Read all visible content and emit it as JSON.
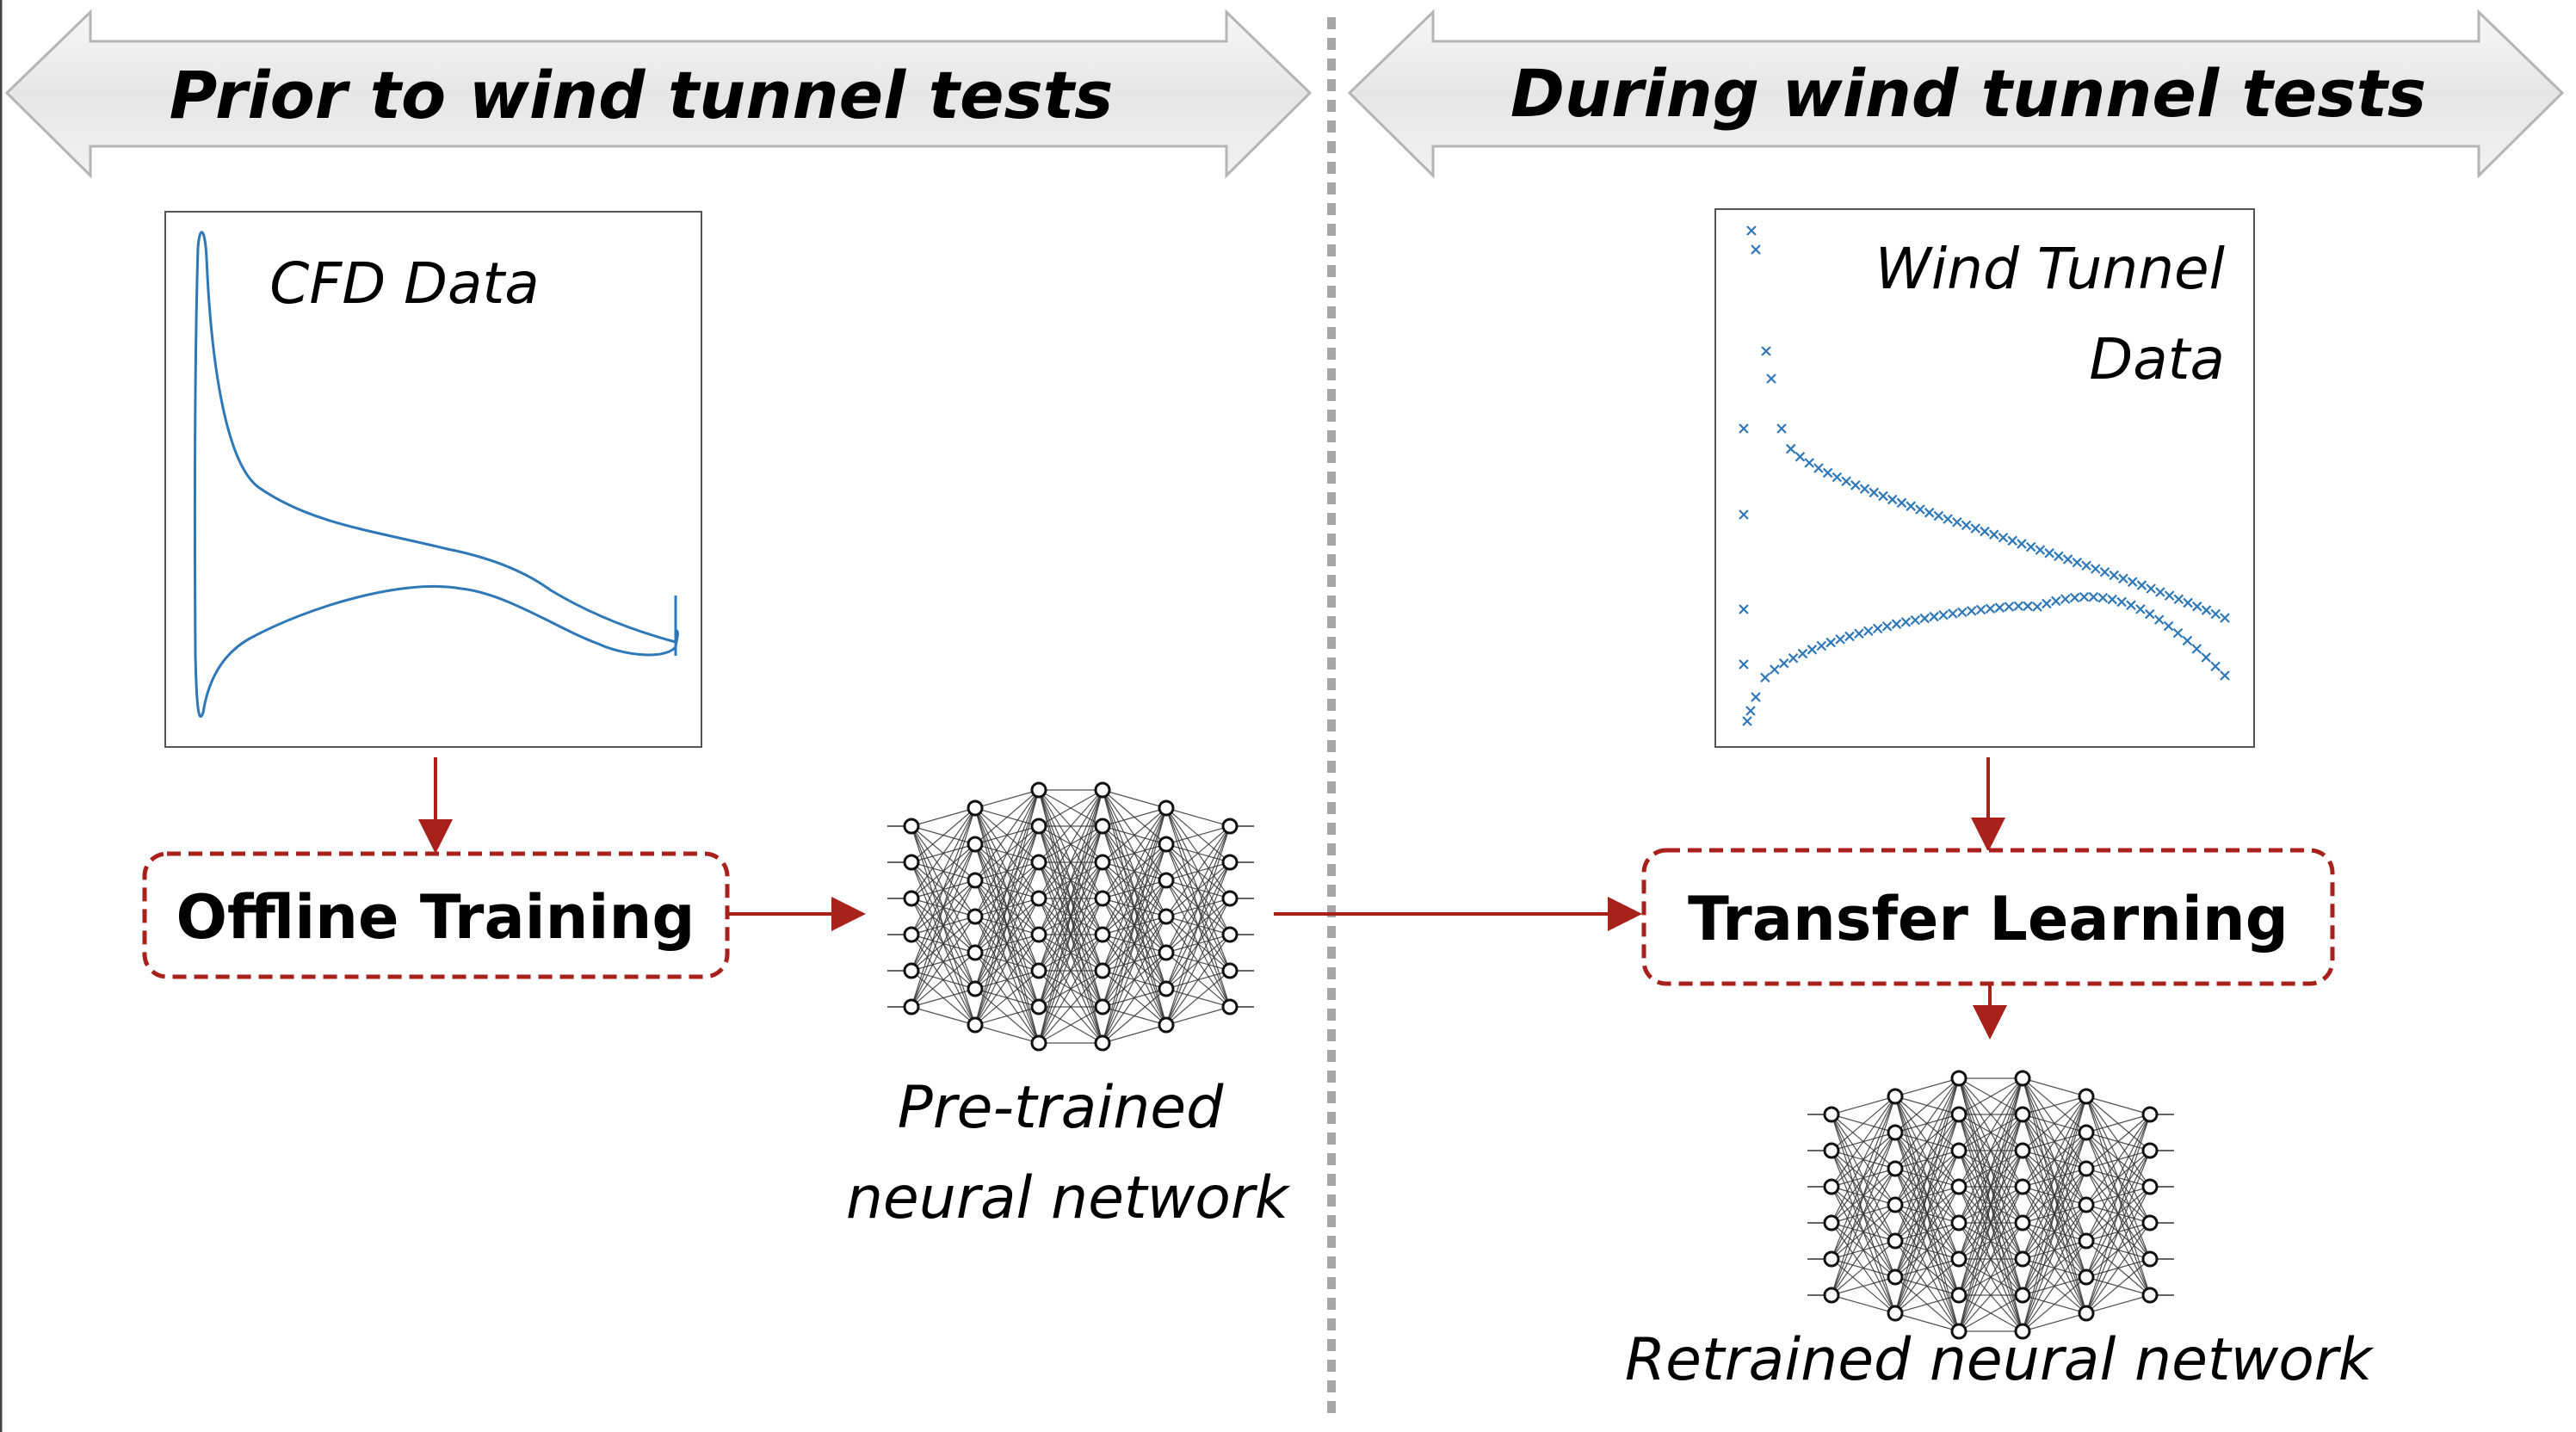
{
  "banners": {
    "left": "Prior to wind tunnel tests",
    "right": "During wind tunnel tests"
  },
  "panels": {
    "cfd": "CFD Data",
    "wind_tunnel_line1": "Wind Tunnel",
    "wind_tunnel_line2": "Data"
  },
  "boxes": {
    "offline": "Offline Training",
    "transfer": "Transfer Learning"
  },
  "captions": {
    "pretrained_line1": "Pre-trained",
    "pretrained_line2": "neural network",
    "retrained": "Retrained neural network"
  },
  "colors": {
    "accent_red": "#a8201a",
    "curve_blue": "#2f78b8",
    "banner_fill": "#eeeeee",
    "divider_gray": "#a6a6a6"
  }
}
